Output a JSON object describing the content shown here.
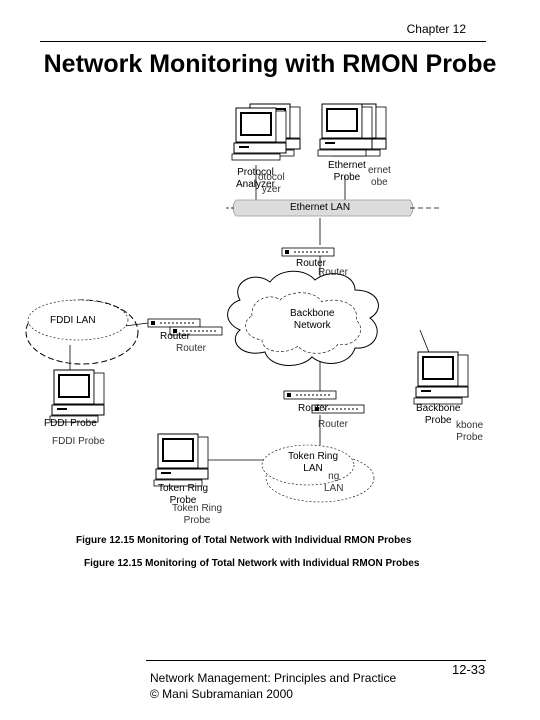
{
  "header": {
    "chapter": "Chapter 12"
  },
  "title": "Network Monitoring with RMON Probe",
  "diagram": {
    "protocol_analyzer": "Protocol\nAnalyzer",
    "protocol_analyzer_ghost": "otocol\nyzer",
    "ethernet_probe": "Ethernet\nProbe",
    "ethernet_probe_ghost": "ernet\nobe",
    "ethernet_lan": "Ethernet LAN",
    "router_top": "Router",
    "router_top_ghost": "Router",
    "fddi_lan": "FDDI LAN",
    "backbone_network": "Backbone\nNetwork",
    "router_left": "Router",
    "router_left_ghost": "Router",
    "fddi_probe": "FDDI Probe",
    "fddi_probe_ghost": "FDDI Probe",
    "router_bottom": "Router",
    "router_bottom_ghost": "Router",
    "backbone_probe": "Backbone\nProbe",
    "backbone_probe_ghost": "kbone\nProbe",
    "token_ring_lan": "Token Ring\nLAN",
    "token_ring_lan_ghost": "ng\nLAN",
    "token_ring_probe": "Token Ring\nProbe",
    "token_ring_probe_ghost": "Token Ring\nProbe"
  },
  "captions": {
    "caption_1": "Figure 12.15 Monitoring of Total Network with Individual RMON Probes",
    "caption_2": "Figure 12.15 Monitoring of Total Network with Individual RMON Probes"
  },
  "footer": {
    "book": "Network Management: Principles and Practice",
    "copyright": "©  Mani Subramanian 2000",
    "page": "12-33"
  }
}
